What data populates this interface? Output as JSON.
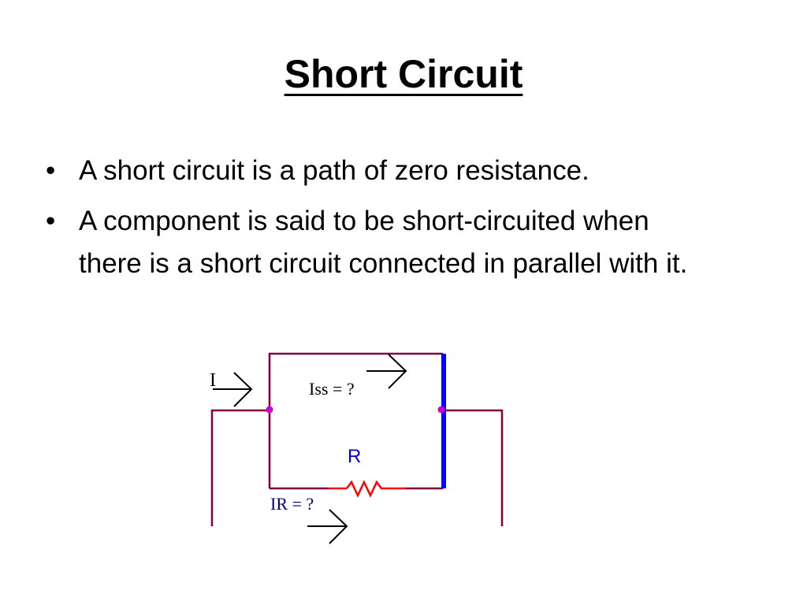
{
  "slide": {
    "title": "Short Circuit",
    "bullet_symbol": "•",
    "bullets": [
      "A short circuit is a path of zero resistance.",
      "A component is said to be short-circuited when there is a short circuit connected in parallel with it."
    ]
  },
  "diagram": {
    "labels": {
      "current_in": "I",
      "short_current": "Iss = ?",
      "resistor": "R",
      "resistor_current": "IR = ?"
    },
    "colors": {
      "wire": "#800040",
      "short": "#0000ff",
      "resistor_lead": "#ff0000",
      "node": "#cc00cc",
      "resistor_label": "#0000cc",
      "current_label": "#000080",
      "arrow": "#000000"
    }
  }
}
